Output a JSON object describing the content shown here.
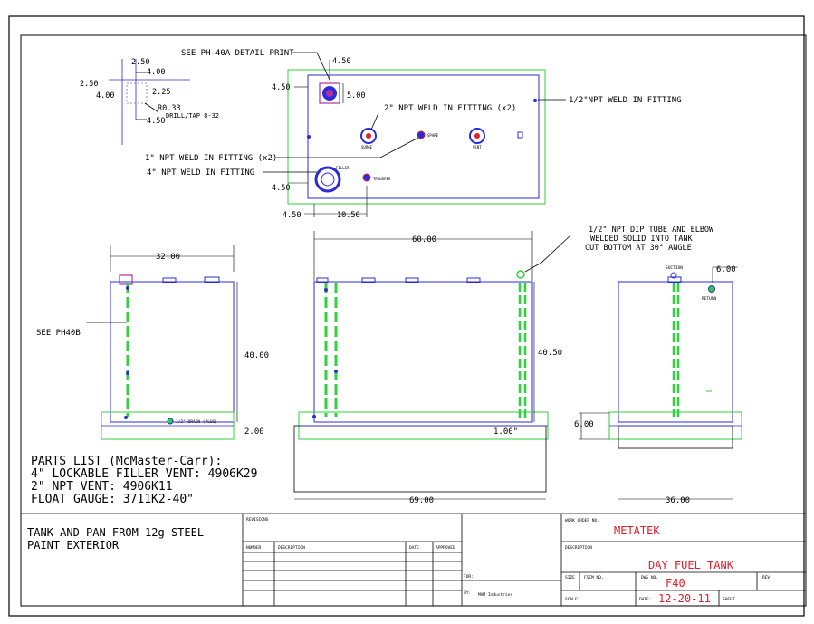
{
  "colors": {
    "frame": "#000000",
    "tank": "#2b2bd8",
    "pan": "#2fd23a",
    "fitting_red": "#e0202a",
    "pen": "#b0309a"
  },
  "detail": {
    "dims": [
      "2.50",
      "4.00",
      "2.50",
      "4.00",
      "2.25",
      "R0.33",
      "4.50"
    ],
    "drill_note": "DRILL/TAP 8-32"
  },
  "top_view": {
    "labels": {
      "see_detail": "SEE PH-40A DETAIL PRINT",
      "half_npt": "1/2\"NPT WELD IN FITTING",
      "two_npt": "2\" NPT WELD IN FITTING (x2)",
      "one_npt": "1\" NPT WELD IN FITTING (x2)",
      "four_npt": "4\" NPT WELD IN FITTING"
    },
    "dims": {
      "d450_top": "4.50",
      "d450_left": "4.50",
      "d500": "5.00",
      "d450_bottom_side": "4.50",
      "d450_bottom": "4.50",
      "d1050": "10.50"
    },
    "fittings": {
      "surge": "SURGE",
      "spare": "SPARE",
      "vent": "VENT",
      "filler": "FILLER",
      "transfer": "TRANSFER"
    }
  },
  "left_view": {
    "dims": {
      "width": "32.00",
      "height": "40.00",
      "pan_height": "2.00"
    },
    "see_note": "SEE PH40B",
    "drain": "1/2\" DRAIN (PLUG)"
  },
  "front_view": {
    "dims": {
      "width": "60.00",
      "height": "40.50",
      "offset": "1.00\"",
      "pan_width": "69.00"
    },
    "dip_note": [
      "1/2\" NPT DIP TUBE AND ELBOW",
      "WELDED SOLID INTO TANK",
      "CUT BOTTOM AT 30° ANGLE"
    ]
  },
  "right_view": {
    "dims": {
      "top": "6.00",
      "pan": "6.00",
      "pan_width": "36.00"
    },
    "labels": {
      "suction": "SUCTION",
      "return": "RETURN"
    }
  },
  "parts_list": [
    "PARTS LIST (McMaster-Carr):",
    "4\" LOCKABLE FILLER VENT: 4906K29",
    "2\" NPT VENT: 4906K11",
    "FLOAT GAUGE: 3711K2-40\""
  ],
  "title_block": {
    "note_lines": [
      "TANK AND PAN FROM 12g STEEL",
      "PAINT EXTERIOR"
    ],
    "revisions_label": "REVISIONS",
    "rev_headers": [
      "NUMBER",
      "DESCRIPTION",
      "DATE",
      "APPROVED"
    ],
    "for_label": "FOR:",
    "by_label": "BY:",
    "by_value": "MVM Industries",
    "work_order_label": "WORK ORDER NO.",
    "work_order_value": "METATEK",
    "description_label": "DESCRIPTION",
    "description_value": "DAY FUEL TANK",
    "size_label": "SIZE",
    "fscm_label": "FSCM NO.",
    "dwg_label": "DWG NO.",
    "dwg_value": "F40",
    "rev_label": "REV",
    "scale_label": "SCALE:",
    "date_label": "DATE:",
    "date_value": "12-20-11",
    "sheet_label": "SHEET"
  }
}
